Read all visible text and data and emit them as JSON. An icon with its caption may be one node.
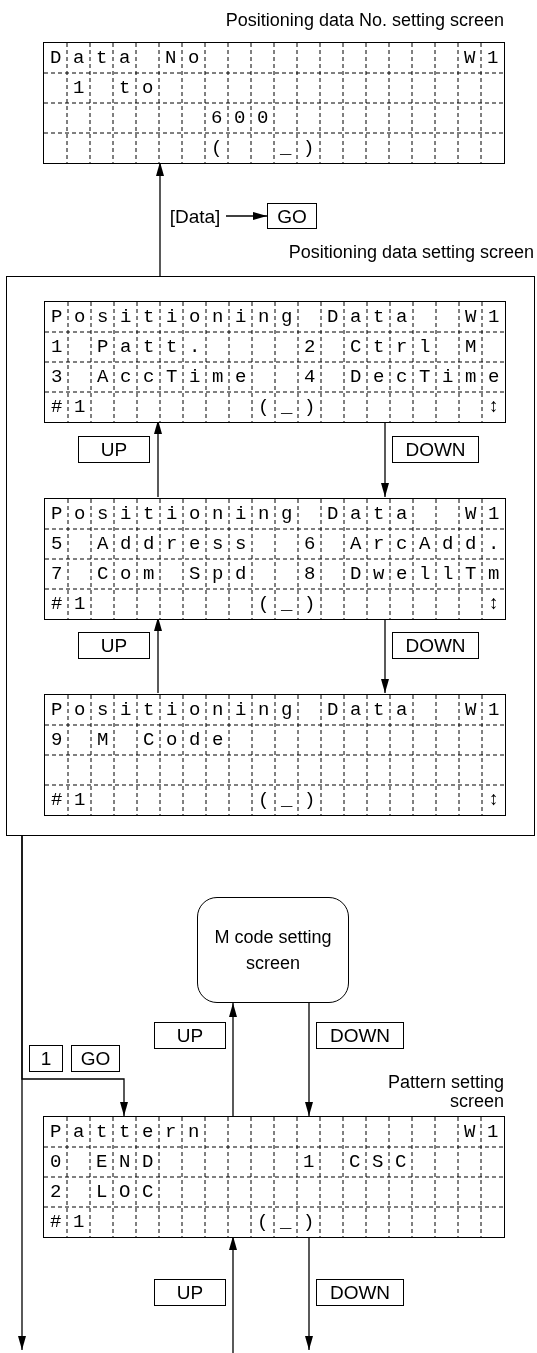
{
  "diagram": {
    "nodes": [
      {
        "text": [
          "Positioning data No. setting screen",
          "Data No           W1",
          " 1 to",
          "       600",
          "       (  _)"
        ]
      },
      {
        "text": [
          "Positioning data setting screen"
        ]
      },
      {
        "text": [
          "Positioning Data  W1",
          "1 Patt.    2 Ctrl M",
          "3 AccTime  4 DecTime",
          "#1       (_)       ↕"
        ],
        "in": 1
      },
      {
        "text": [
          "Positioning Data  W1",
          "5 Address  6 ArcAdd.",
          "7 Com Spd  8 DwellTm",
          "#1       (_)       ↕"
        ],
        "in": 1
      },
      {
        "text": [
          "Positioning Data  W1",
          "9 M Code",
          "#1       (_)       ↕"
        ],
        "in": 1
      },
      {
        "text": [
          "M code setting screen"
        ]
      },
      {
        "text": [
          "Pattern setting screen",
          "Pattern           W1",
          "0 END      1 CSC",
          "2 LOC",
          "#1       (_)"
        ]
      },
      {
        "text": [
          "[Data]"
        ]
      },
      {
        "text": [
          "GO"
        ]
      }
    ],
    "edges": [
      {
        "from": 1,
        "to": 0,
        "arrow": "to"
      },
      {
        "from": 7,
        "to": 8,
        "arrow": "to"
      },
      {
        "from": 2,
        "to": 3,
        "arrow": "to",
        "label": "DOWN"
      },
      {
        "from": 3,
        "to": 2,
        "arrow": "to",
        "label": "UP"
      },
      {
        "from": 3,
        "to": 4,
        "arrow": "to",
        "label": "DOWN"
      },
      {
        "from": 4,
        "to": 3,
        "arrow": "to",
        "label": "UP"
      },
      {
        "from": 1,
        "to": 6,
        "arrow": "to"
      },
      {
        "from": 1,
        "to": null,
        "arrow": "to"
      },
      {
        "from": 6,
        "to": 5,
        "arrow": "to",
        "label": "UP"
      },
      {
        "from": 5,
        "to": 6,
        "arrow": "to",
        "label": "DOWN"
      },
      {
        "from": null,
        "to": 6,
        "arrow": "to",
        "label": "UP"
      },
      {
        "from": 6,
        "to": null,
        "arrow": "to",
        "label": "DOWN"
      }
    ],
    "labels": [
      "1",
      "GO"
    ]
  }
}
